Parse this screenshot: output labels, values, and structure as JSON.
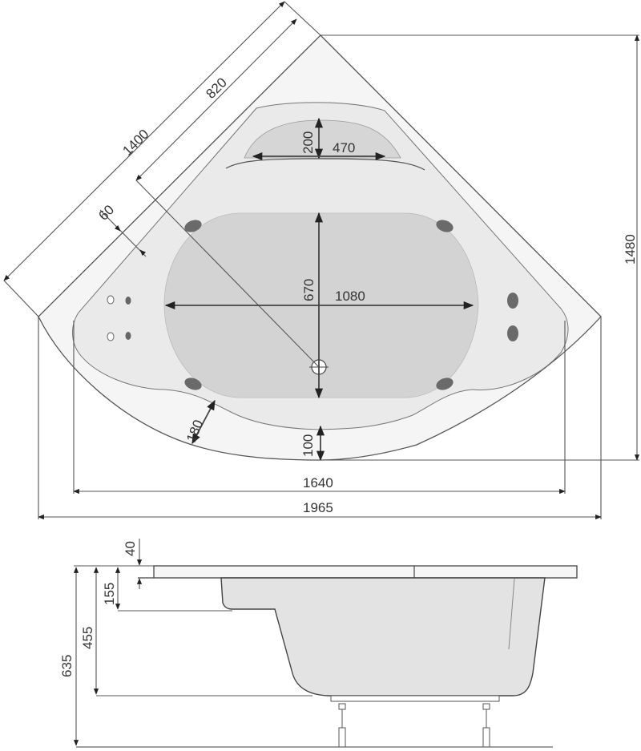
{
  "drawing": {
    "title": "Corner bathtub technical drawing",
    "colors": {
      "background": "#ffffff",
      "rim": "#f4f4f4",
      "inner_deck": "#e9e9e9",
      "basin": "#d4d4d4",
      "jet": "#6a6a6a",
      "line": "#555555",
      "text": "#333333"
    },
    "top_view": {
      "dimensions": {
        "side_length": "1400",
        "inner_side": "820",
        "rim_width": "60",
        "headrest_depth": "200",
        "headrest_width": "470",
        "basin_depth": "670",
        "basin_length": "1080",
        "front_step": "180",
        "front_rim": "100",
        "inner_width": "1640",
        "overall_width": "1965",
        "overall_depth": "1480"
      },
      "features": [
        "headrest",
        "basin",
        "drain",
        "hydromassage-jets",
        "control-buttons"
      ]
    },
    "side_view": {
      "dimensions": {
        "rim_thickness": "40",
        "seat_depth": "155",
        "basin_depth": "455",
        "overall_height": "635"
      },
      "features": [
        "rim",
        "seat-step",
        "basin-shell",
        "frame",
        "adjustable-legs"
      ]
    }
  }
}
